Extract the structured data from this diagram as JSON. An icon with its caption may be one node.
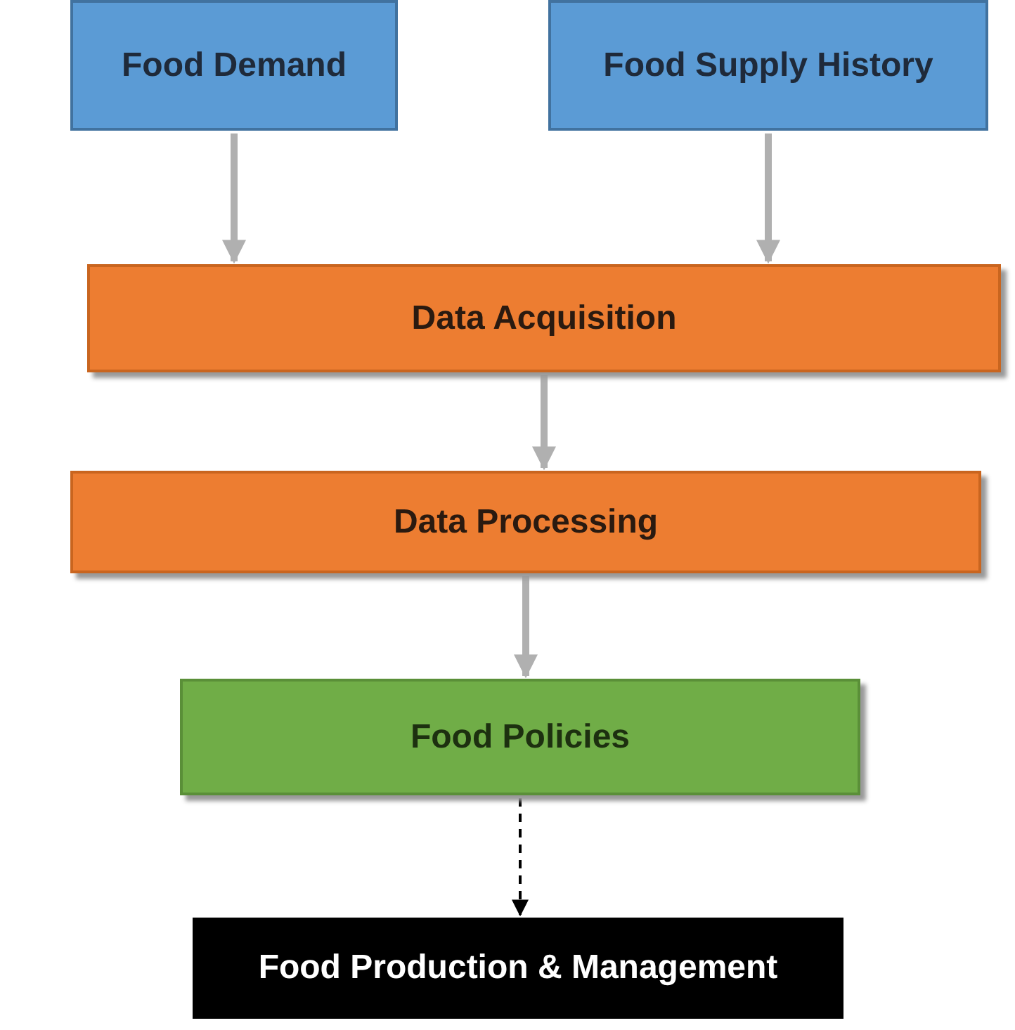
{
  "diagram": {
    "nodes": [
      {
        "text": [
          "Food Demand"
        ]
      },
      {
        "text": [
          "Food Supply History"
        ]
      },
      {
        "text": [
          "Data Acquisition"
        ]
      },
      {
        "text": [
          "Data Processing"
        ]
      },
      {
        "text": [
          "Food Policies"
        ]
      },
      {
        "text": [
          "Food Production & Management"
        ]
      }
    ],
    "edges": [
      {
        "from": 0,
        "to": 2,
        "arrow": "to"
      },
      {
        "from": 1,
        "to": 2,
        "arrow": "to"
      },
      {
        "from": 2,
        "to": 3,
        "arrow": "to"
      },
      {
        "from": 3,
        "to": 4,
        "arrow": "to"
      },
      {
        "from": 4,
        "to": 5,
        "arrow": "to",
        "style": "dashed",
        "color": "#000000"
      }
    ]
  }
}
